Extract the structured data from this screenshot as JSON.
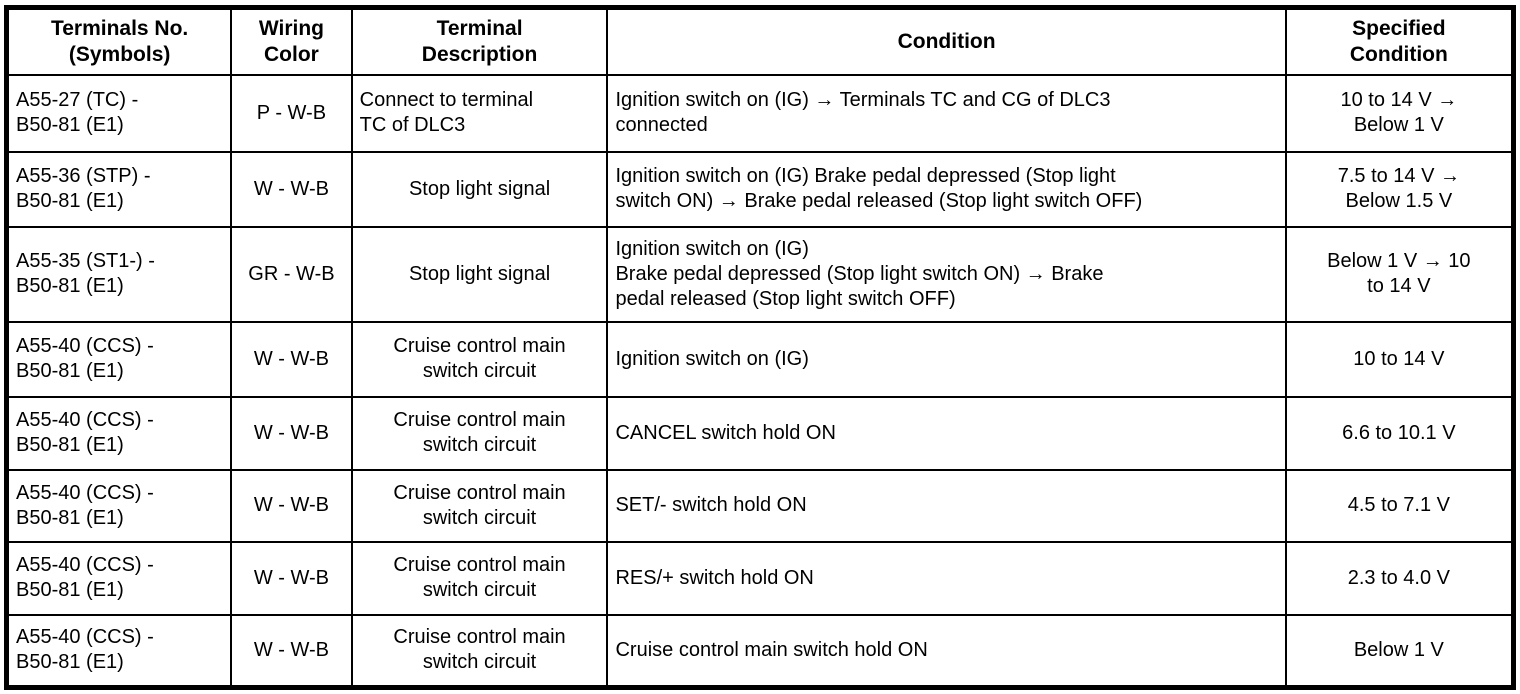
{
  "table": {
    "headers": {
      "terminals": "Terminals No.\n(Symbols)",
      "wiring": "Wiring\nColor",
      "description": "Terminal\nDescription",
      "condition": "Condition",
      "specified": "Specified\nCondition"
    },
    "rows": [
      {
        "terminals": "A55-27 (TC) -\nB50-81 (E1)",
        "wiring": "P - W-B",
        "description": "Connect to terminal\nTC of DLC3",
        "condition": "Ignition switch on (IG) → Terminals TC and CG of DLC3\nconnected",
        "specified": "10 to 14 V →\nBelow 1 V"
      },
      {
        "terminals": "A55-36 (STP) -\nB50-81 (E1)",
        "wiring": "W - W-B",
        "description": "Stop light signal",
        "condition": "Ignition switch on (IG) Brake pedal depressed (Stop light\nswitch ON) → Brake pedal released (Stop light switch OFF)",
        "specified": "7.5 to 14 V →\nBelow 1.5 V"
      },
      {
        "terminals": "A55-35 (ST1-) -\nB50-81 (E1)",
        "wiring": "GR - W-B",
        "description": "Stop light signal",
        "condition": "Ignition switch on (IG)\nBrake pedal depressed (Stop light switch ON) → Brake\npedal released (Stop light switch OFF)",
        "specified": "Below 1 V → 10\nto 14 V"
      },
      {
        "terminals": "A55-40 (CCS) -\nB50-81 (E1)",
        "wiring": "W - W-B",
        "description": "Cruise control main\nswitch circuit",
        "condition": "Ignition switch on (IG)",
        "specified": "10 to 14 V"
      },
      {
        "terminals": "A55-40 (CCS) -\nB50-81 (E1)",
        "wiring": "W - W-B",
        "description": "Cruise control main\nswitch circuit",
        "condition": "CANCEL switch hold ON",
        "specified": "6.6 to 10.1 V"
      },
      {
        "terminals": "A55-40 (CCS) -\nB50-81 (E1)",
        "wiring": "W - W-B",
        "description": "Cruise control main\nswitch circuit",
        "condition": "SET/- switch hold ON",
        "specified": "4.5 to 7.1 V"
      },
      {
        "terminals": "A55-40 (CCS) -\nB50-81 (E1)",
        "wiring": "W - W-B",
        "description": "Cruise control main\nswitch circuit",
        "condition": "RES/+ switch hold ON",
        "specified": "2.3 to 4.0 V"
      },
      {
        "terminals": "A55-40 (CCS) -\nB50-81 (E1)",
        "wiring": "W - W-B",
        "description": "Cruise control main\nswitch circuit",
        "condition": "Cruise control main switch hold ON",
        "specified": "Below 1 V"
      }
    ]
  }
}
